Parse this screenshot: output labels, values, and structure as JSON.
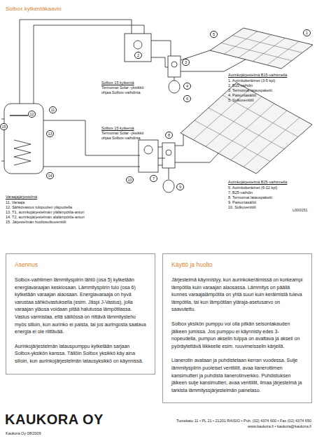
{
  "diagram": {
    "title": "Solbox kytkentäkaavio",
    "nodes": [
      {
        "text": [
          "1"
        ]
      },
      {
        "text": [
          "2"
        ]
      },
      {
        "text": [
          "3"
        ]
      },
      {
        "text": [
          "4"
        ]
      },
      {
        "text": [
          "5"
        ]
      },
      {
        "text": [
          "6"
        ]
      },
      {
        "text": [
          "7"
        ]
      },
      {
        "text": [
          "8"
        ]
      },
      {
        "text": [
          "9"
        ]
      },
      {
        "text": [
          "10"
        ]
      },
      {
        "text": [
          "11"
        ]
      },
      {
        "text": [
          "12"
        ]
      },
      {
        "text": [
          "13"
        ]
      },
      {
        "text": [
          "14"
        ]
      },
      {
        "text": [
          "15"
        ]
      },
      {
        "text": [
          "Asennus",
          "Solbox-vaihtimen lämmityspiirin lähtö (osa 5) kytketään energiavaraajan keskiosaan. Lämmityspiirin tulo (osa 6) kytketään varaajan alaosaan. Energiavaraaja on hyvä varustaa sähkövastuksella (esim. Jäspi J-Vastus), jolla varaajan yläosa voidaan pitää halutussa lämpötilassa. Vastus varmistaa, että säiliössä on riittävä lämmitysteho myös silloin, kun aurinko ei paista, tai jos auringosta saatava energia ei ole riittävää.",
          "Aurinkojärjestelmän latauspumppu kytketään sarjaan Solbox-yksikön kanssa. Tällöin Solbox yksikkö käy aina silloin, kun aurinkojärjestelmän latausyksikkö on käynnissä."
        ]
      },
      {
        "text": [
          "Käyttö ja huolto",
          "Järjestelmä käynnistyy, kun aurinkokeräimissä on korkeampi lämpötila kuin varaajan alaosassa. Lämmitys on päällä kunnes varaajalämpötila on yhtä suuri kuin keräimistä tuleva lämpötila, tai kun lämpötilan yläraja-asetusarvo on saavutettu.",
          "Solbox yksikön pumppu voi olla pitkän seisontakauden jälkeen jumissa. Jos pumppu ei käynnisty edes 3-nopeudella, pumpun akselin tulppa on avattava ja akseli on pyöräytettävä liikkeelle esim. ruuvimeisselin kärjellä.",
          "Lianerotin avataan ja puhdistetaan kerran vuodessa. Sulje lämmityspiirin puoleiset venttiilit, avaa lianerottimen kansimutteri ja puhdista lianerotinverkko. Puhdistuksen jälkeen sulje kansimutteri, avaa venttiilit, ilmaa järjestelmä ja tarkista lämmityssjärjestelmän painetaso."
        ]
      }
    ],
    "labels": [
      "Solbox 15 kytkentä",
      "Termomat Solar -yksikkö ohjaa Solbox-vaihdinta",
      "Aurinkojärjestelmä B15-vaihtimella",
      "1. Aurinkokeräimet (3-5 kpl)",
      "2. B15-vaihdin",
      "3. Termomat latauspaketti",
      "4. Paisuntasäiliö",
      "5. Sulkuventtiili",
      "Solbox 15 kytkentä",
      "Termomat Solar -yksikkö ohjaa Solbox-vaihdinta",
      "Aurinkojärjestelmä B25-vaihtimella",
      "6. Aurinkokeräimet (6-12 kpl)",
      "7. B25-vaihdin",
      "8. Termomat latauspaketti",
      "9. Paisuntasäiliö",
      "10. Sulkuventtiili",
      "L000151",
      "Varaajajärjestelmä",
      "11. Varaaja",
      "12. Sähkövastus tulopuolen yläpuolella",
      "13. T1, aurinkojärjestelmän ylälämpötila-anturi",
      "14. T2, aurinkojärjestelmän alalämpötila-anturi",
      "15. Järjestelmän huoltosulkuventtiili",
      "KAUKORA OY",
      "Kaukora Oy 08/2009",
      "Tuotekatu 11 • PL 21 • 21201 RAISIO • Puh. (02) 4374 600 • Fax (02) 4374 650",
      "www.kaukora.fi • kaukora@kaukora.fi"
    ]
  }
}
